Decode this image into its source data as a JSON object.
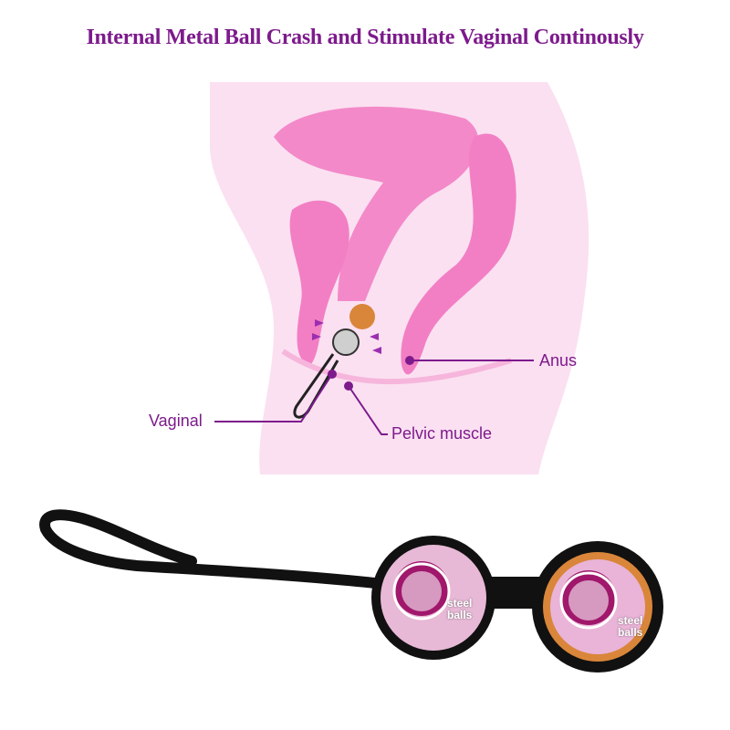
{
  "title": "Internal Metal Ball Crash and Stimulate Vaginal Continously",
  "diagram": {
    "labels": {
      "vaginal": "Vaginal",
      "pelvic_muscle": "Pelvic muscle",
      "anus": "Anus"
    }
  },
  "product": {
    "balls": [
      {
        "label_line1": "steel",
        "label_line2": "balls"
      },
      {
        "label_line1": "steel",
        "label_line2": "balls"
      }
    ]
  },
  "colors": {
    "accent": "#7d1a8c",
    "diagram_bg": "#f9dcef",
    "organ_pink": "#f27fc4",
    "silicone": "#111111",
    "gold": "#d9863a"
  }
}
